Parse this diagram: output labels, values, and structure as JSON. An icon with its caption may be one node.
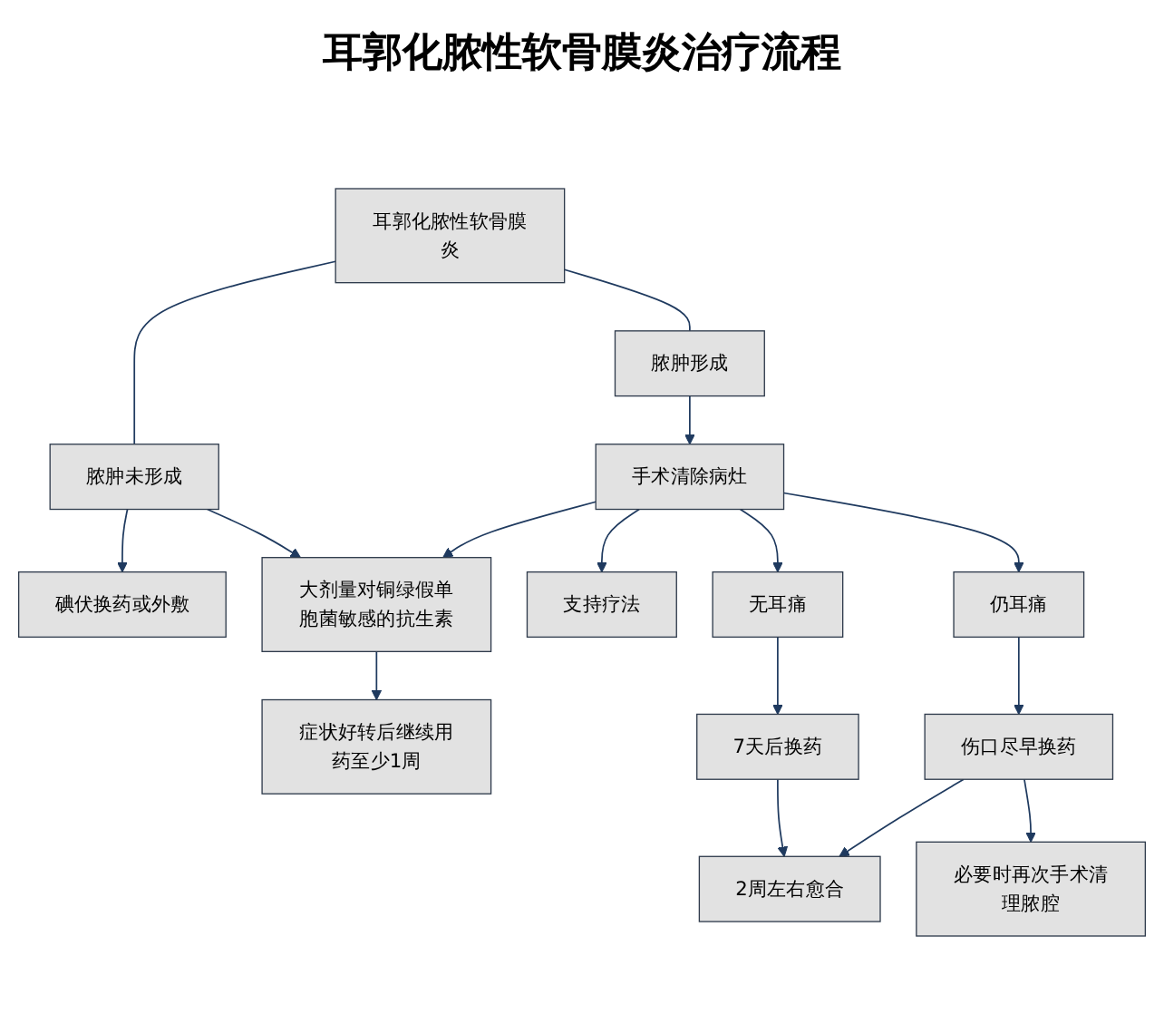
{
  "diagram": {
    "title": "耳郭化脓性软骨膜炎治疗流程",
    "nodes": [
      {
        "text": [
          "耳郭化脓性软骨膜炎"
        ]
      },
      {
        "text": [
          "脓肿未形成"
        ]
      },
      {
        "text": [
          "脓肿形成"
        ]
      },
      {
        "text": [
          "碘伏换药或外敷"
        ]
      },
      {
        "text": [
          "大剂量对铜绿假单胞菌敏感的抗生素"
        ]
      },
      {
        "text": [
          "手术清除病灶"
        ]
      },
      {
        "text": [
          "支持疗法"
        ]
      },
      {
        "text": [
          "症状好转后继续用药至少1周"
        ]
      },
      {
        "text": [
          "无耳痛"
        ]
      },
      {
        "text": [
          "仍耳痛"
        ]
      },
      {
        "text": [
          "7天后换药"
        ]
      },
      {
        "text": [
          "伤口尽早换药"
        ]
      },
      {
        "text": [
          "2周左右愈合"
        ]
      },
      {
        "text": [
          "必要时再次手术清理脓腔"
        ]
      }
    ],
    "edges": [
      {
        "from": 0,
        "to": 1,
        "arrow": "none"
      },
      {
        "from": 0,
        "to": 2,
        "arrow": "none"
      },
      {
        "from": 1,
        "to": 3,
        "arrow": "to"
      },
      {
        "from": 1,
        "to": 4,
        "arrow": "to"
      },
      {
        "from": 2,
        "to": 5,
        "arrow": "to"
      },
      {
        "from": 5,
        "to": 4,
        "arrow": "to"
      },
      {
        "from": 5,
        "to": 6,
        "arrow": "to"
      },
      {
        "from": 4,
        "to": 7,
        "arrow": "to"
      },
      {
        "from": 5,
        "to": 8,
        "arrow": "to"
      },
      {
        "from": 5,
        "to": 9,
        "arrow": "to"
      },
      {
        "from": 8,
        "to": 10,
        "arrow": "to"
      },
      {
        "from": 9,
        "to": 11,
        "arrow": "to"
      },
      {
        "from": 10,
        "to": 12,
        "arrow": "to"
      },
      {
        "from": 11,
        "to": 12,
        "arrow": "to"
      },
      {
        "from": 11,
        "to": 13,
        "arrow": "to"
      }
    ]
  }
}
